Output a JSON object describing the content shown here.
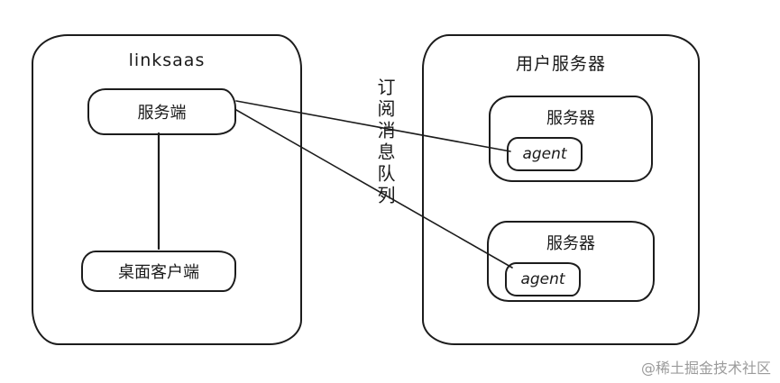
{
  "diagram": {
    "left_group": {
      "title": "linksaas",
      "server_node": "服务端",
      "client_node": "桌面客户端"
    },
    "right_group": {
      "title": "用户服务器",
      "servers": [
        {
          "label": "服务器",
          "agent": "agent"
        },
        {
          "label": "服务器",
          "agent": "agent"
        }
      ]
    },
    "edge_label": "订阅消息队列",
    "watermark": "@稀土掘金技术社区",
    "colors": {
      "stroke": "#1c1c1c",
      "watermark": "#9b9b9b",
      "background": "#ffffff"
    }
  }
}
